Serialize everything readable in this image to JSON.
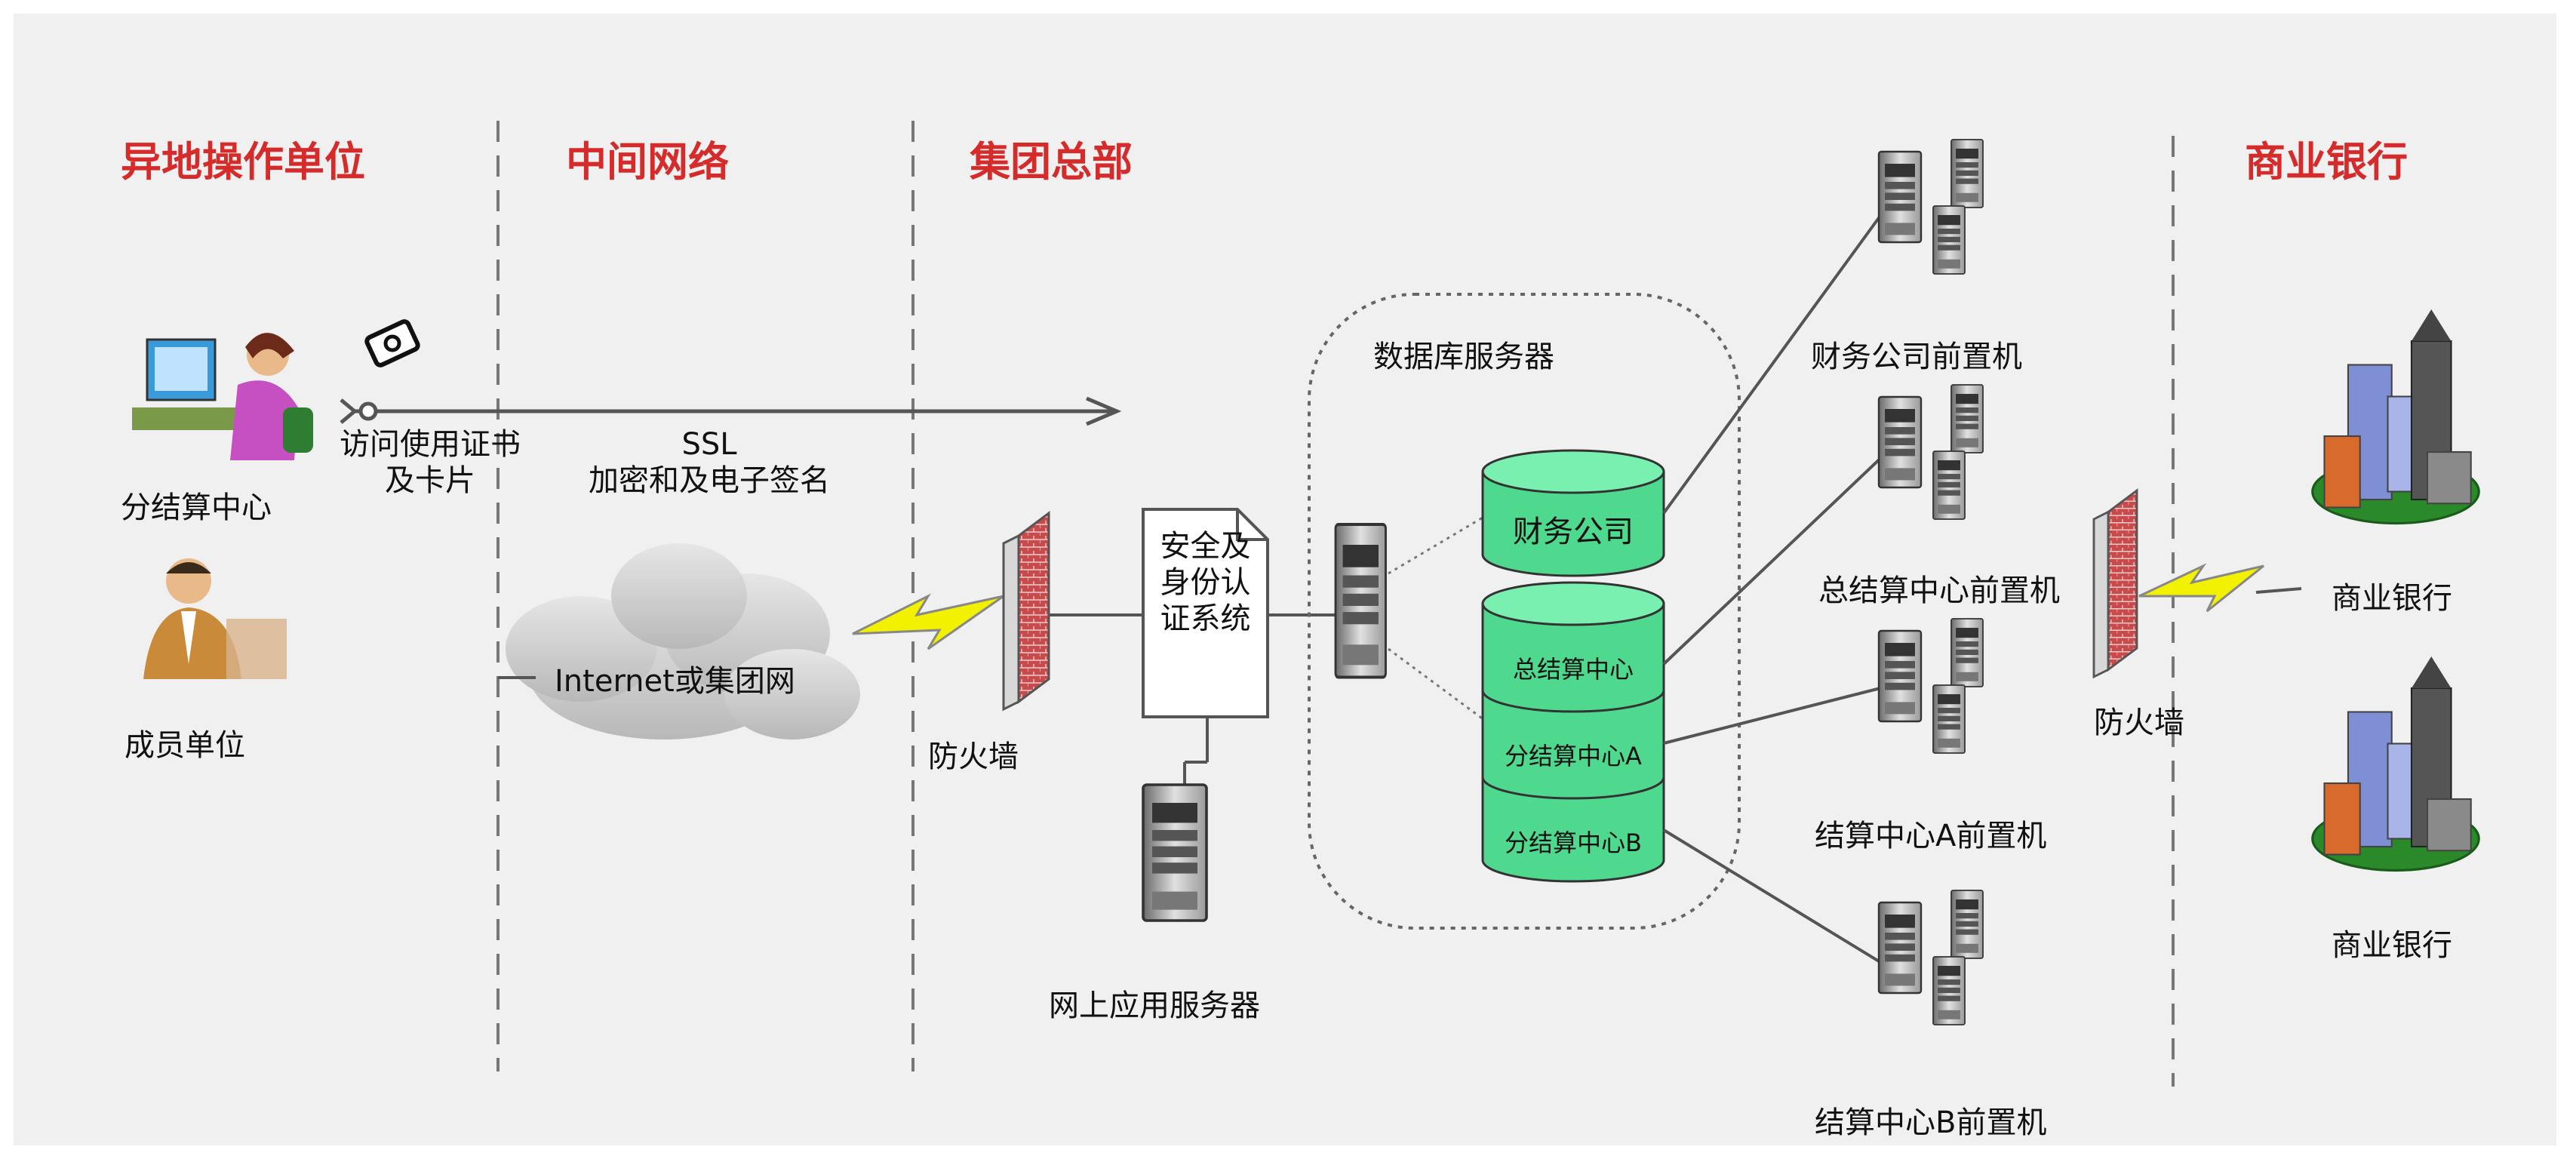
{
  "sections": {
    "remote_ops": "异地操作单位",
    "middle_network": "中间网络",
    "group_hq": "集团总部",
    "commercial_bank": "商业银行"
  },
  "remote": {
    "sub_center_label": "分结算中心",
    "member_label": "成员单位",
    "certificate_label": "访问使用证书\n及卡片"
  },
  "network": {
    "ssl_label": "SSL\n加密和及电子签名",
    "cloud_label": "Internet或集团网"
  },
  "hq": {
    "firewall_label": "防火墙",
    "auth_system_label": "安全及\n身份认\n证系统",
    "web_app_server_label": "网上应用服务器",
    "db_server_group_label": "数据库服务器",
    "db_finance_company": "财务公司",
    "db_general_center": "总结算中心",
    "db_sub_center_a": "分结算中心A",
    "db_sub_center_b": "分结算中心B"
  },
  "front_machines": [
    {
      "label": "财务公司前置机"
    },
    {
      "label": "总结算中心前置机"
    },
    {
      "label": "结算中心A前置机"
    },
    {
      "label": "结算中心B前置机"
    }
  ],
  "bank": {
    "firewall_label": "防火墙",
    "bank_label_1": "商业银行",
    "bank_label_2": "商业银行"
  },
  "colors": {
    "section_title": "#d62b2b",
    "db_cylinder": "#4fd98f",
    "db_cylinder_top": "#7af0b0",
    "panel_bg": "#f0f0f0",
    "lightning": "#f2f200",
    "firewall": "#c94a4a"
  }
}
